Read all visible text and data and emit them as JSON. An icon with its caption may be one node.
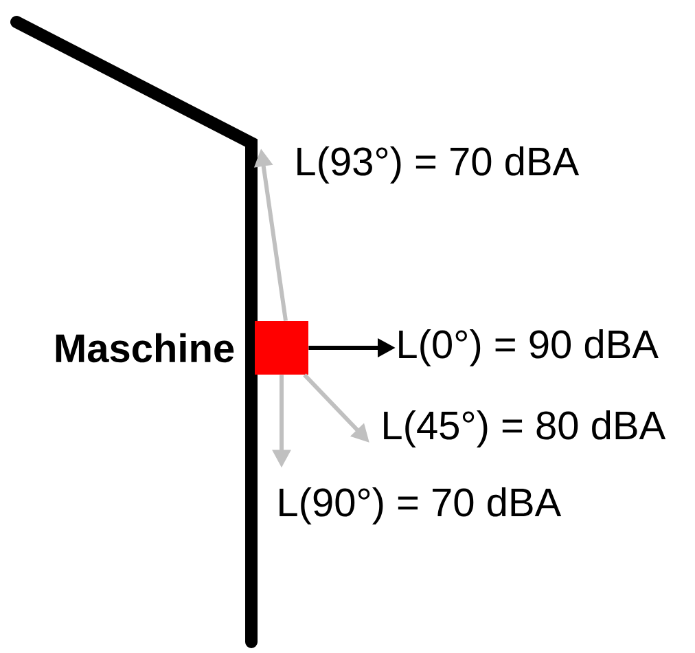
{
  "diagram": {
    "nodes": [
      {
        "text": [],
        "shape": "box",
        "beside": [
          "Maschine"
        ]
      },
      {
        "text": [
          "L(0°) = 90 dBA"
        ]
      },
      {
        "text": [
          "L(45°) = 80 dBA"
        ]
      },
      {
        "text": [
          "L(90°) = 70 dBA"
        ]
      },
      {
        "text": [
          "L(93°) = 70 dBA"
        ]
      }
    ],
    "edges": [
      {
        "from": 0,
        "to": 1,
        "arrow": "to",
        "color": "#000000"
      },
      {
        "from": 0,
        "to": 2,
        "arrow": "to"
      },
      {
        "from": 0,
        "to": 3,
        "arrow": "to"
      },
      {
        "from": 0,
        "to": 4,
        "arrow": "to"
      }
    ]
  }
}
